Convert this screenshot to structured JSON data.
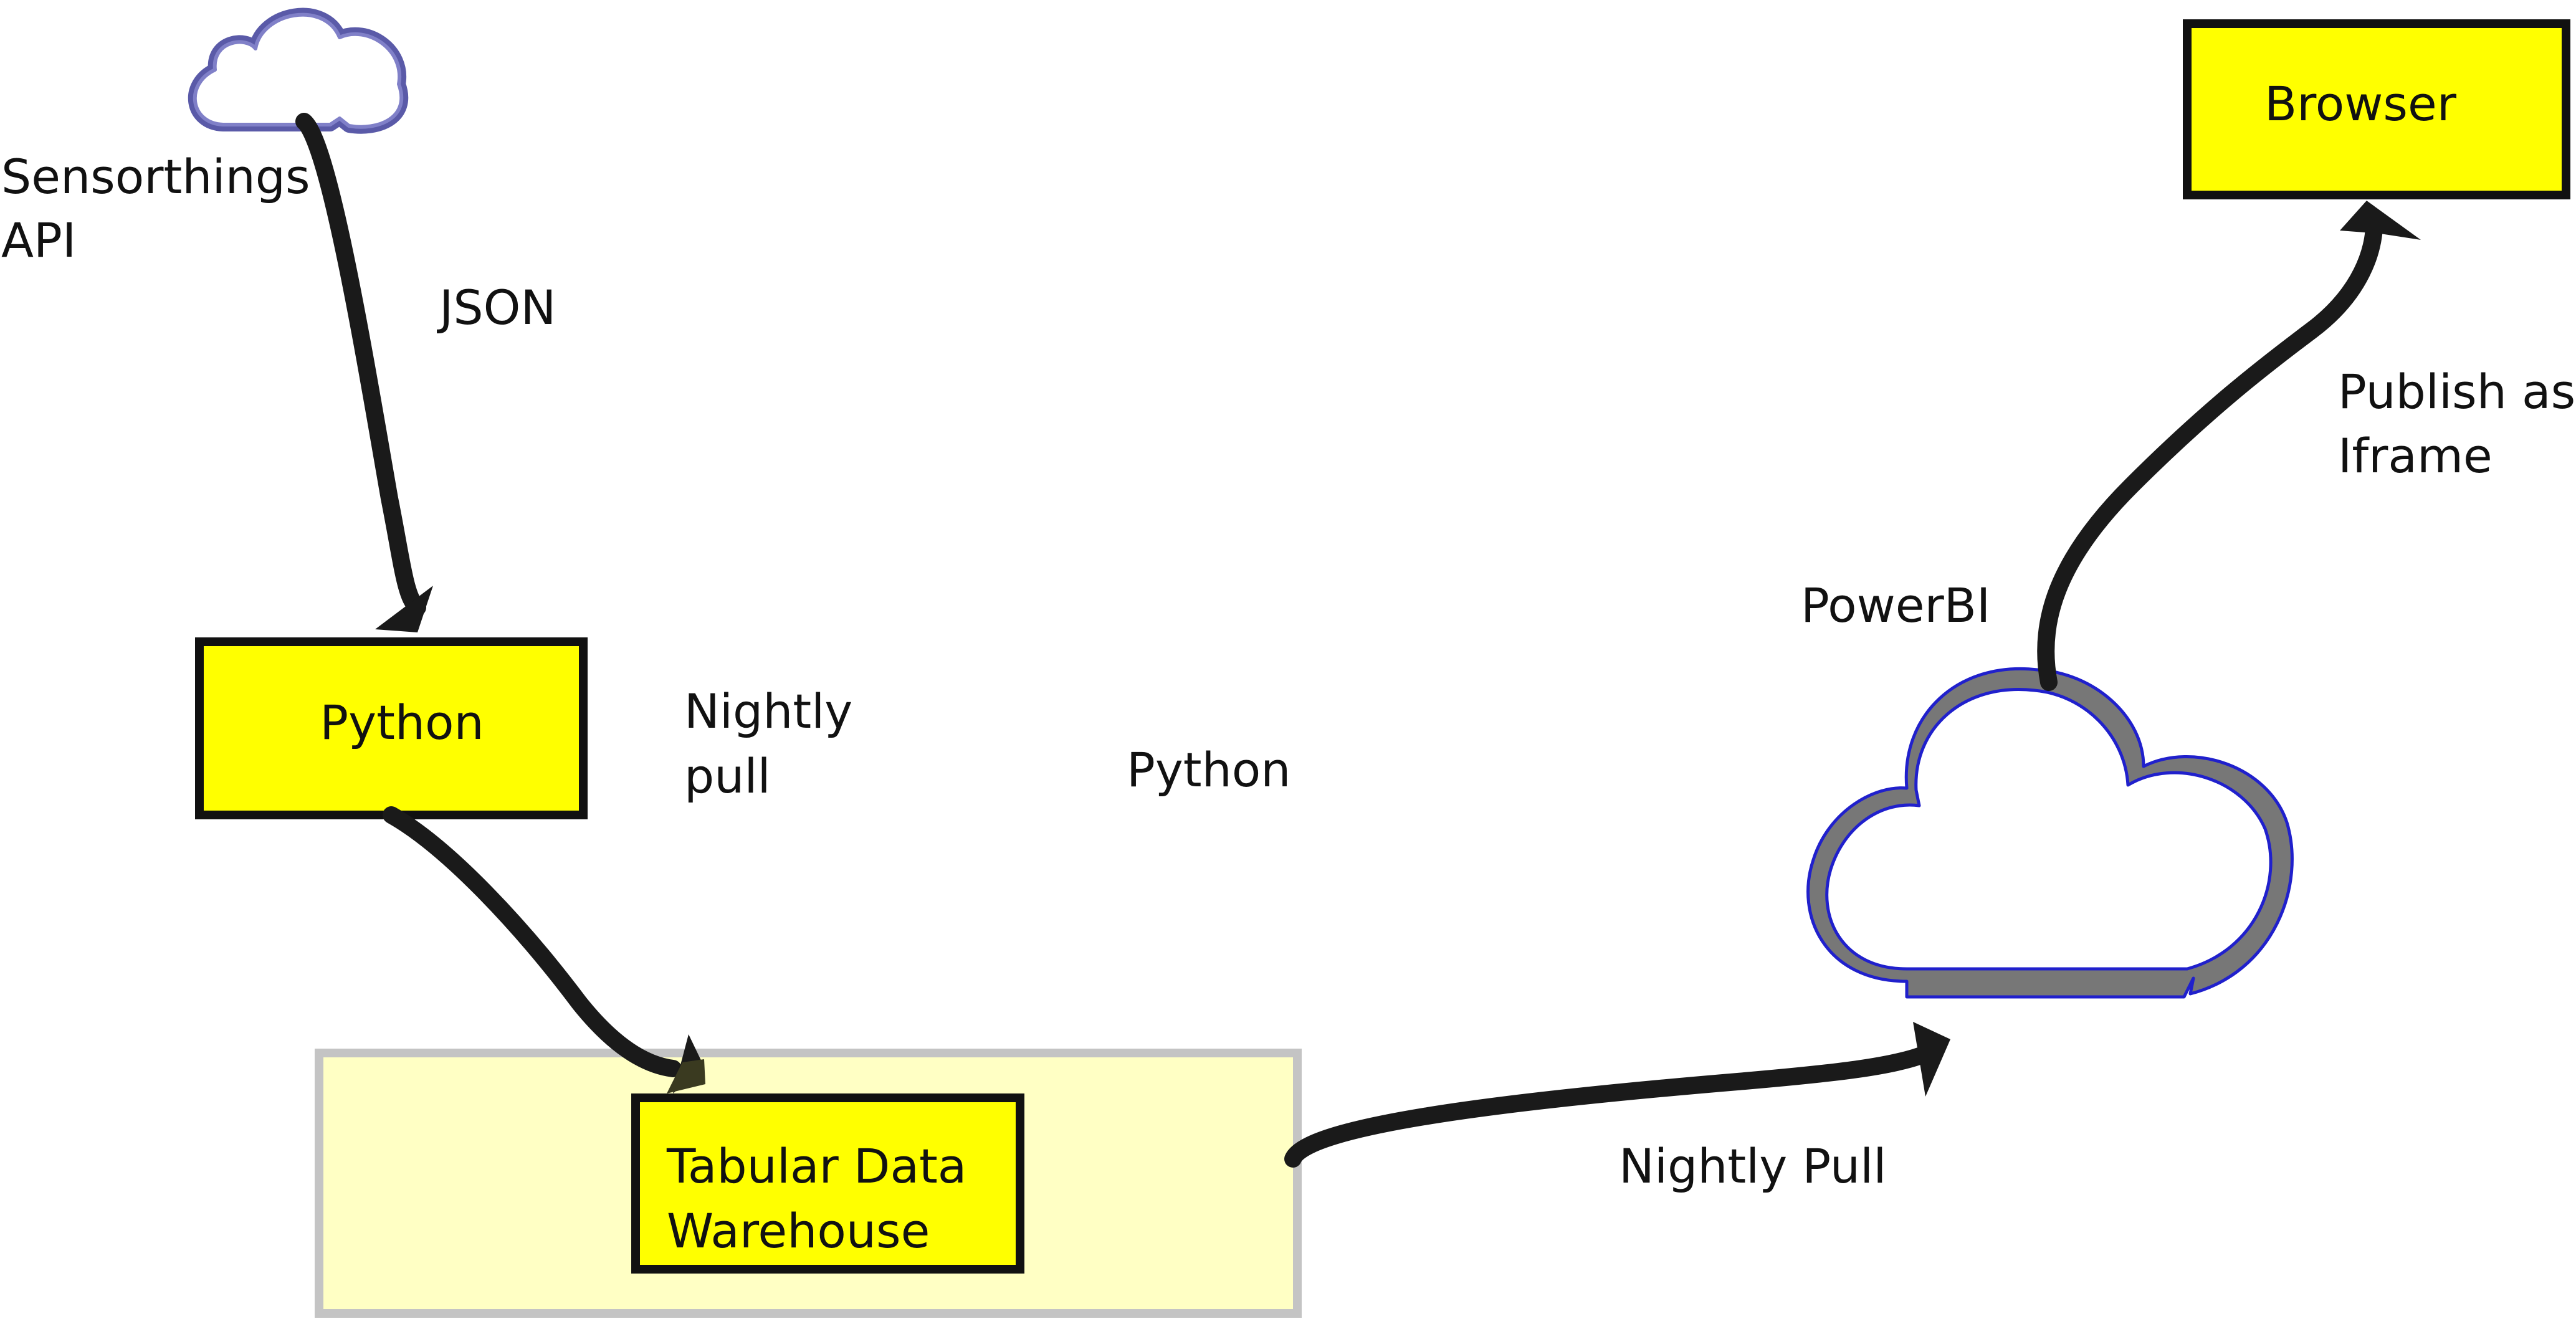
{
  "nodes": {
    "sensorthings_cloud": {
      "label_line1": "Sensorthings",
      "label_line2": "API",
      "icon": "cloud-icon"
    },
    "python_box": {
      "label": "Python"
    },
    "python_annotation": {
      "label": "Python"
    },
    "warehouse_container": {},
    "warehouse_box": {
      "label_line1": "Tabular Data",
      "label_line2": "Warehouse"
    },
    "powerbi_cloud": {
      "label": "PowerBI",
      "icon": "cloud-icon"
    },
    "browser_box": {
      "label": "Browser"
    }
  },
  "edges": {
    "json": {
      "label": "JSON"
    },
    "nightly_pull_lower": {
      "label_line1": "Nightly",
      "label_line2": "pull"
    },
    "nightly_pull_upper": {
      "label": "Nightly Pull"
    },
    "publish_iframe": {
      "label_line1": "Publish as",
      "label_line2": "Iframe"
    }
  },
  "colors": {
    "box_fill": "#ffff00",
    "container_fill": "#ffffc4",
    "container_border": "#c4c4c4",
    "cloud_stroke_fill": "#777777",
    "cloud_outline": "#2020cc",
    "arrow": "#1a1a1a"
  }
}
